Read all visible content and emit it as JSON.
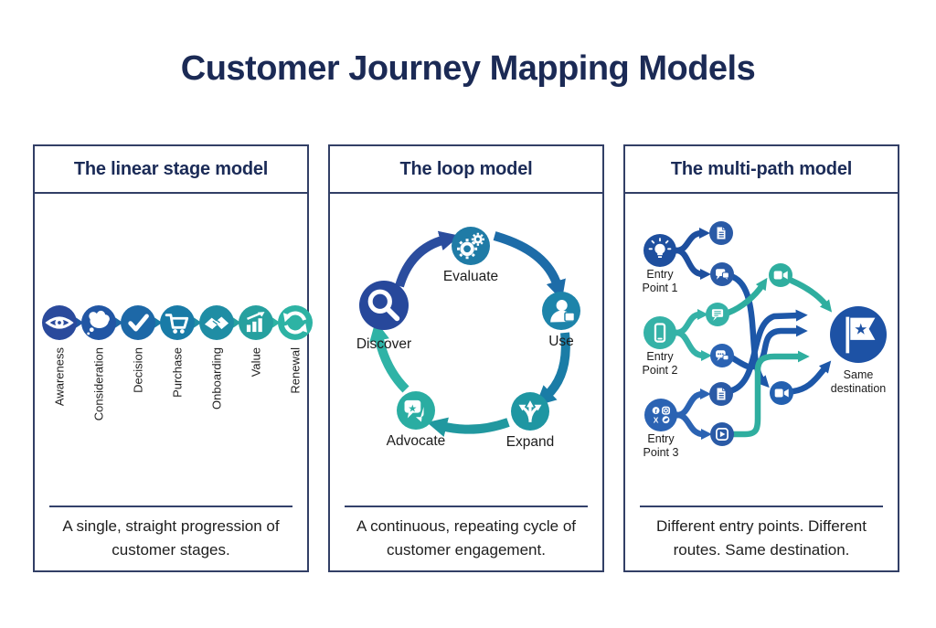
{
  "title": "Customer Journey Mapping Models",
  "colors": {
    "navy_text": "#1b2a55",
    "panel_border": "#323f66",
    "body_text": "#202020",
    "path_blue": "#1d57a8",
    "path_teal": "#2fae9f"
  },
  "panels": [
    {
      "header": "The linear stage model",
      "description": "A single, straight progression of customer stages.",
      "stages": [
        {
          "label": "Awareness",
          "icon": "eye-icon",
          "color": "#2a4a9c"
        },
        {
          "label": "Consideration",
          "icon": "thought-bubble-icon",
          "color": "#2156a4"
        },
        {
          "label": "Decision",
          "icon": "checkmark-icon",
          "color": "#1d68a7"
        },
        {
          "label": "Purchase",
          "icon": "cart-icon",
          "color": "#197ba7"
        },
        {
          "label": "Onboarding",
          "icon": "handshake-icon",
          "color": "#1f8da4"
        },
        {
          "label": "Value",
          "icon": "growth-chart-icon",
          "color": "#26a09f"
        },
        {
          "label": "Renewal",
          "icon": "refresh-icon",
          "color": "#2db3a4"
        }
      ]
    },
    {
      "header": "The loop model",
      "description": "A continuous, repeating cycle of customer engagement.",
      "steps": [
        {
          "label": "Discover",
          "icon": "search-icon",
          "color": "#27489b"
        },
        {
          "label": "Evaluate",
          "icon": "gears-icon",
          "color": "#1f7ba6"
        },
        {
          "label": "Use",
          "icon": "user-icon",
          "color": "#1d84aa"
        },
        {
          "label": "Expand",
          "icon": "branching-arrows-icon",
          "color": "#1f96a2"
        },
        {
          "label": "Advocate",
          "icon": "chat-star-icon",
          "color": "#2aada2"
        }
      ],
      "arrow_colors": [
        "#2b4d9e",
        "#1d6ca8",
        "#1a7ca6",
        "#21989f",
        "#2fb3a6"
      ]
    },
    {
      "header": "The multi-path model",
      "description": "Different entry points. Different routes. Same destination.",
      "entry_points": [
        {
          "label": "Entry Point 1",
          "icon": "lightbulb-icon",
          "color": "#1e4f9e"
        },
        {
          "label": "Entry Point 2",
          "icon": "smartphone-icon",
          "color": "#35b2a7"
        },
        {
          "label": "Entry Point 3",
          "icon": "social-media-icon",
          "color": "#2b63b3"
        }
      ],
      "touchpoints": [
        {
          "icon": "document-icon",
          "color": "#2a5aa6"
        },
        {
          "icon": "chat-icon",
          "color": "#2a5aa6"
        },
        {
          "icon": "text-message-icon",
          "color": "#35b2a7"
        },
        {
          "icon": "chat-dots-icon",
          "color": "#2b63b3"
        },
        {
          "icon": "document-icon",
          "color": "#2a5aa6"
        },
        {
          "icon": "play-icon",
          "color": "#2a5aa6"
        }
      ],
      "mid_nodes": [
        {
          "icon": "video-camera-icon",
          "color": "#2fae9f"
        },
        {
          "icon": "video-camera-icon",
          "color": "#2360b0"
        }
      ],
      "destination": {
        "label1": "Same",
        "label2": "destination",
        "icon": "flag-star-icon",
        "color": "#1d52a5"
      }
    }
  ]
}
